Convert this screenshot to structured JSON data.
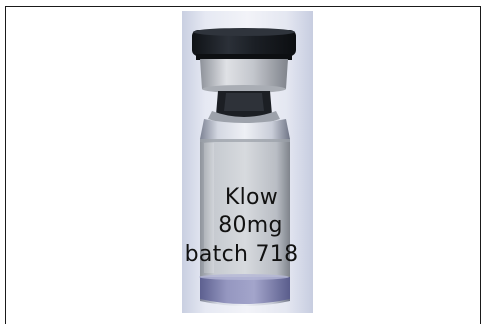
{
  "image": {
    "subject": "vial-photo",
    "label_lines": [
      "Klow",
      "80mg",
      "batch 718"
    ],
    "colors": {
      "cap": "#1d2129",
      "crimp": "#c9ccd2",
      "label": "#c2c6cc",
      "liquid": "#8a8cb2",
      "frame_border": "#1a1a1a"
    }
  }
}
